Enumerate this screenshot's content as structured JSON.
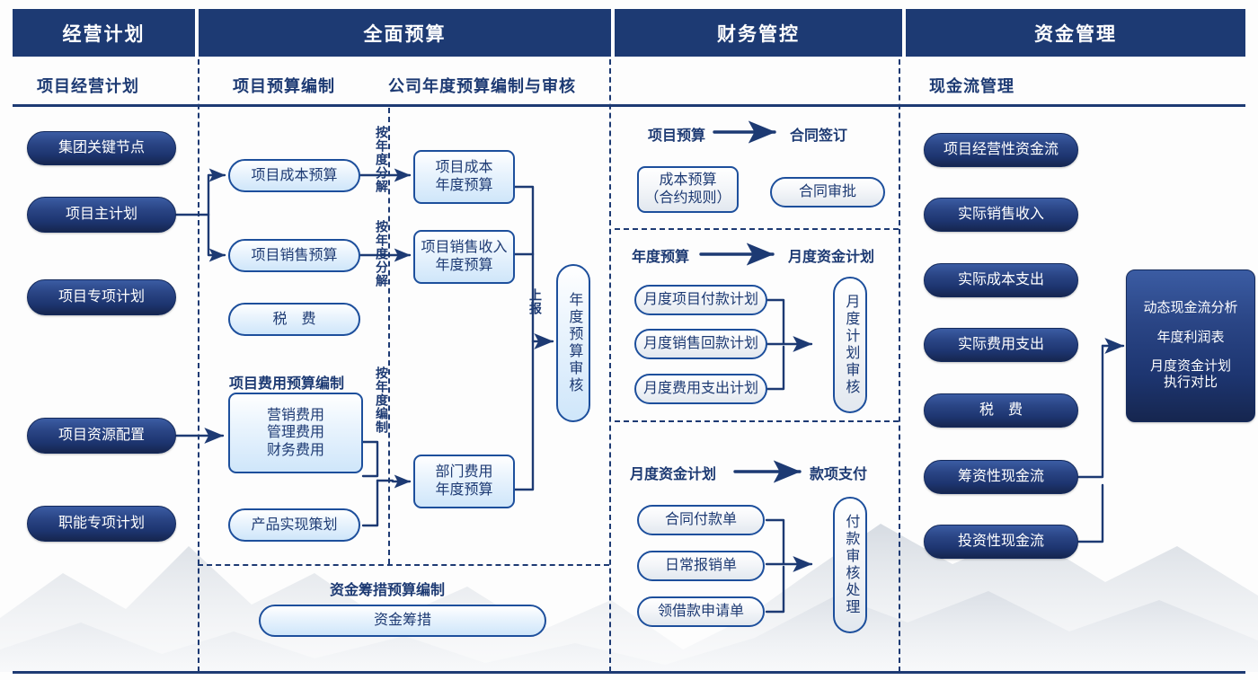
{
  "theme": {
    "dark_blue": "#1d3a73",
    "header_bg": "#1d3a73",
    "light_fill": "#cfe6fa",
    "outline": "#1d4f9c",
    "page_bg": "#fdfdfd"
  },
  "header": {
    "columns": [
      {
        "title": "经营计划",
        "subtitle": "项目经营计划"
      },
      {
        "title": "全面预算",
        "subtitle_a": "项目预算编制",
        "subtitle_b": "公司年度预算编制与审核"
      },
      {
        "title": "财务管控",
        "subtitle": ""
      },
      {
        "title": "资金管理",
        "subtitle": "现金流管理"
      }
    ]
  },
  "col_operating_plan": {
    "items": [
      {
        "label": "集团关键节点"
      },
      {
        "label": "项目主计划"
      },
      {
        "label": "项目专项计划"
      },
      {
        "label": "项目资源配置"
      },
      {
        "label": "职能专项计划"
      }
    ]
  },
  "col_project_budget": {
    "items": [
      {
        "label": "项目成本预算"
      },
      {
        "label": "项目销售预算"
      },
      {
        "label": "税　费"
      },
      {
        "label": "产品实现策划"
      }
    ],
    "expense_group_title": "项目费用预算编制",
    "expense_group_lines": [
      "营销费用",
      "管理费用",
      "财务费用"
    ],
    "connector_labels": [
      "按年度分解",
      "按年度分解",
      "按年度编制"
    ]
  },
  "col_annual_budget": {
    "items": [
      {
        "line1": "项目成本",
        "line2": "年度预算"
      },
      {
        "line1": "项目销售收入",
        "line2": "年度预算"
      },
      {
        "line1": "部门费用",
        "line2": "年度预算"
      }
    ],
    "submit_label": "上报",
    "review_label": "年度预算审核"
  },
  "funding_section": {
    "title": "资金筹措预算编制",
    "item": "资金筹措"
  },
  "col_finance_control": {
    "blocks": [
      {
        "flow_from": "项目预算",
        "flow_to": "合同签订",
        "left_nodes": [
          {
            "line1": "成本预算",
            "line2": "（合约规则）"
          }
        ],
        "right_nodes": [
          {
            "label": "合同审批"
          }
        ]
      },
      {
        "flow_from": "年度预算",
        "flow_to": "月度资金计划",
        "left_nodes": [
          {
            "label": "月度项目付款计划"
          },
          {
            "label": "月度销售回款计划"
          },
          {
            "label": "月度费用支出计划"
          }
        ],
        "right_nodes": [
          {
            "label": "月度计划审核"
          }
        ]
      },
      {
        "flow_from": "月度资金计划",
        "flow_to": "款项支付",
        "left_nodes": [
          {
            "label": "合同付款单"
          },
          {
            "label": "日常报销单"
          },
          {
            "label": "领借款申请单"
          }
        ],
        "right_nodes": [
          {
            "label": "付款审核处理"
          }
        ]
      }
    ]
  },
  "col_cash_management": {
    "items": [
      {
        "label": "项目经营性资金流"
      },
      {
        "label": "实际销售收入"
      },
      {
        "label": "实际成本支出"
      },
      {
        "label": "实际费用支出"
      },
      {
        "label": "税　费"
      },
      {
        "label": "筹资性现金流"
      },
      {
        "label": "投资性现金流"
      }
    ],
    "analysis_panel": {
      "line1": "动态现金流分析",
      "line2": "年度利润表",
      "line3": "月度资金计划",
      "line4": "执行对比"
    }
  }
}
